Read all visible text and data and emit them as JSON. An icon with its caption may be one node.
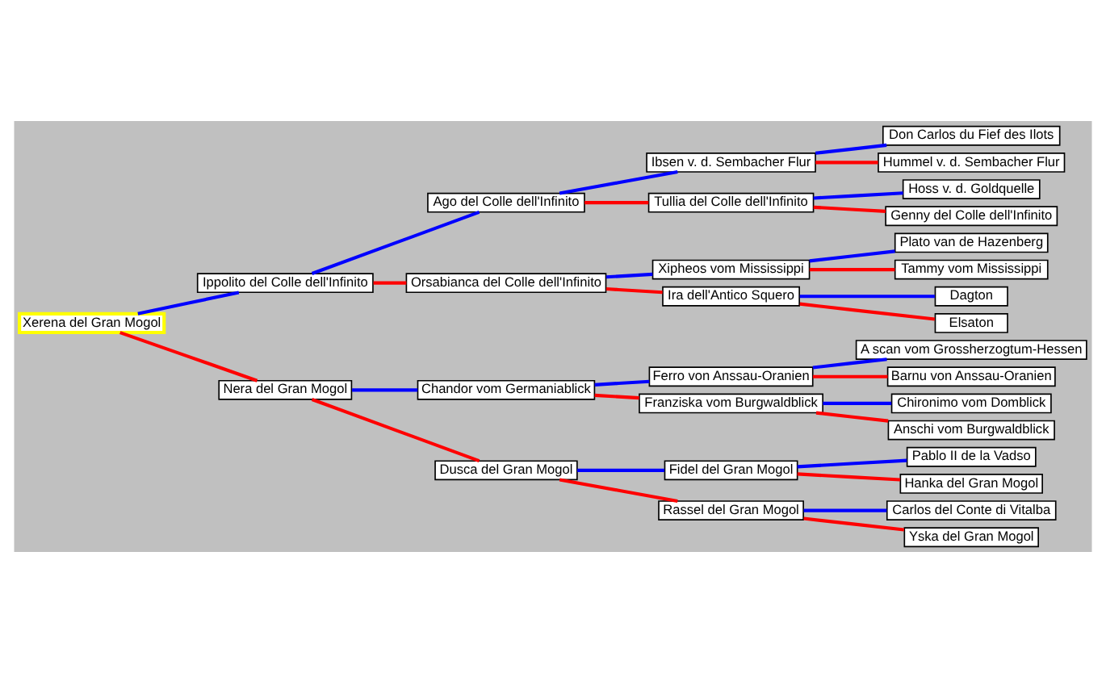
{
  "diagram": {
    "nodes": [
      {
        "text": [
          "Don Carlos du Fief des Ilots"
        ]
      },
      {
        "text": [
          "Ibsen v. d. Sembacher Flur"
        ]
      },
      {
        "text": [
          "Hummel v. d. Sembacher Flur"
        ]
      },
      {
        "text": [
          "Ago del Colle dell'Infinito"
        ]
      },
      {
        "text": [
          "Hoss v. d. Goldquelle"
        ]
      },
      {
        "text": [
          "Tullia del Colle dell'Infinito"
        ]
      },
      {
        "text": [
          "Genny del Colle dell'Infinito"
        ]
      },
      {
        "text": [
          "Ippolito del Colle dell'Infinito"
        ]
      },
      {
        "text": [
          "Plato van de Hazenberg"
        ]
      },
      {
        "text": [
          "Xipheos vom Mississippi"
        ]
      },
      {
        "text": [
          "Tammy vom Mississippi"
        ]
      },
      {
        "text": [
          "Orsabianca del Colle dell'Infinito"
        ]
      },
      {
        "text": [
          "Dagton"
        ]
      },
      {
        "text": [
          "Ira dell'Antico Squero"
        ]
      },
      {
        "text": [
          "Elsaton"
        ]
      },
      {
        "text": [
          "Xerena del Gran Mogol"
        ]
      },
      {
        "text": [
          "A scan vom Grossherzogtum-Hessen"
        ]
      },
      {
        "text": [
          "Ferro von Anssau-Oranien"
        ]
      },
      {
        "text": [
          "Barnu von Anssau-Oranien"
        ]
      },
      {
        "text": [
          "Chandor vom Germaniablick"
        ]
      },
      {
        "text": [
          "Chironimo vom Domblick"
        ]
      },
      {
        "text": [
          "Franziska vom Burgwaldblick"
        ]
      },
      {
        "text": [
          "Anschi vom Burgwaldblick"
        ]
      },
      {
        "text": [
          "Nera del Gran Mogol"
        ]
      },
      {
        "text": [
          "Pablo II de la Vadso"
        ]
      },
      {
        "text": [
          "Fidel del Gran Mogol"
        ]
      },
      {
        "text": [
          "Hanka del Gran Mogol"
        ]
      },
      {
        "text": [
          "Dusca del Gran Mogol"
        ]
      },
      {
        "text": [
          "Carlos del Conte di Vitalba"
        ]
      },
      {
        "text": [
          "Rassel del Gran Mogol"
        ]
      },
      {
        "text": [
          "Yska del Gran Mogol"
        ]
      }
    ],
    "edges": [
      {
        "from": 15,
        "to": 7,
        "arrow": "none",
        "color": "#0000ff"
      },
      {
        "from": 15,
        "to": 23,
        "arrow": "none",
        "color": "#ff0000"
      },
      {
        "from": 7,
        "to": 3,
        "arrow": "none",
        "color": "#0000ff"
      },
      {
        "from": 7,
        "to": 11,
        "arrow": "none",
        "color": "#ff0000"
      },
      {
        "from": 3,
        "to": 1,
        "arrow": "none",
        "color": "#0000ff"
      },
      {
        "from": 3,
        "to": 5,
        "arrow": "none",
        "color": "#ff0000"
      },
      {
        "from": 1,
        "to": 0,
        "arrow": "none",
        "color": "#0000ff"
      },
      {
        "from": 1,
        "to": 2,
        "arrow": "none",
        "color": "#ff0000"
      },
      {
        "from": 5,
        "to": 4,
        "arrow": "none",
        "color": "#0000ff"
      },
      {
        "from": 5,
        "to": 6,
        "arrow": "none",
        "color": "#ff0000"
      },
      {
        "from": 11,
        "to": 9,
        "arrow": "none",
        "color": "#0000ff"
      },
      {
        "from": 11,
        "to": 13,
        "arrow": "none",
        "color": "#ff0000"
      },
      {
        "from": 9,
        "to": 8,
        "arrow": "none",
        "color": "#0000ff"
      },
      {
        "from": 9,
        "to": 10,
        "arrow": "none",
        "color": "#ff0000"
      },
      {
        "from": 13,
        "to": 12,
        "arrow": "none",
        "color": "#0000ff"
      },
      {
        "from": 13,
        "to": 14,
        "arrow": "none",
        "color": "#ff0000"
      },
      {
        "from": 23,
        "to": 19,
        "arrow": "none",
        "color": "#0000ff"
      },
      {
        "from": 23,
        "to": 27,
        "arrow": "none",
        "color": "#ff0000"
      },
      {
        "from": 19,
        "to": 17,
        "arrow": "none",
        "color": "#0000ff"
      },
      {
        "from": 19,
        "to": 21,
        "arrow": "none",
        "color": "#ff0000"
      },
      {
        "from": 17,
        "to": 16,
        "arrow": "none",
        "color": "#0000ff"
      },
      {
        "from": 17,
        "to": 18,
        "arrow": "none",
        "color": "#ff0000"
      },
      {
        "from": 21,
        "to": 20,
        "arrow": "none",
        "color": "#0000ff"
      },
      {
        "from": 21,
        "to": 22,
        "arrow": "none",
        "color": "#ff0000"
      },
      {
        "from": 27,
        "to": 25,
        "arrow": "none",
        "color": "#0000ff"
      },
      {
        "from": 27,
        "to": 29,
        "arrow": "none",
        "color": "#ff0000"
      },
      {
        "from": 25,
        "to": 24,
        "arrow": "none",
        "color": "#0000ff"
      },
      {
        "from": 25,
        "to": 26,
        "arrow": "none",
        "color": "#ff0000"
      },
      {
        "from": 29,
        "to": 28,
        "arrow": "none",
        "color": "#0000ff"
      },
      {
        "from": 29,
        "to": 30,
        "arrow": "none",
        "color": "#ff0000"
      }
    ]
  }
}
